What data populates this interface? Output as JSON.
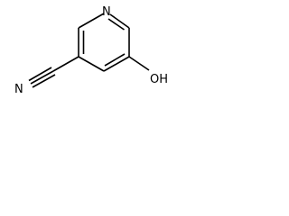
{
  "molecule": {
    "atoms": {
      "ring_nitrogen": "N",
      "nitrile_nitrogen": "N",
      "hydroxyl": "OH"
    }
  },
  "colors": {
    "bond": "#000000",
    "background": "#ffffff"
  }
}
